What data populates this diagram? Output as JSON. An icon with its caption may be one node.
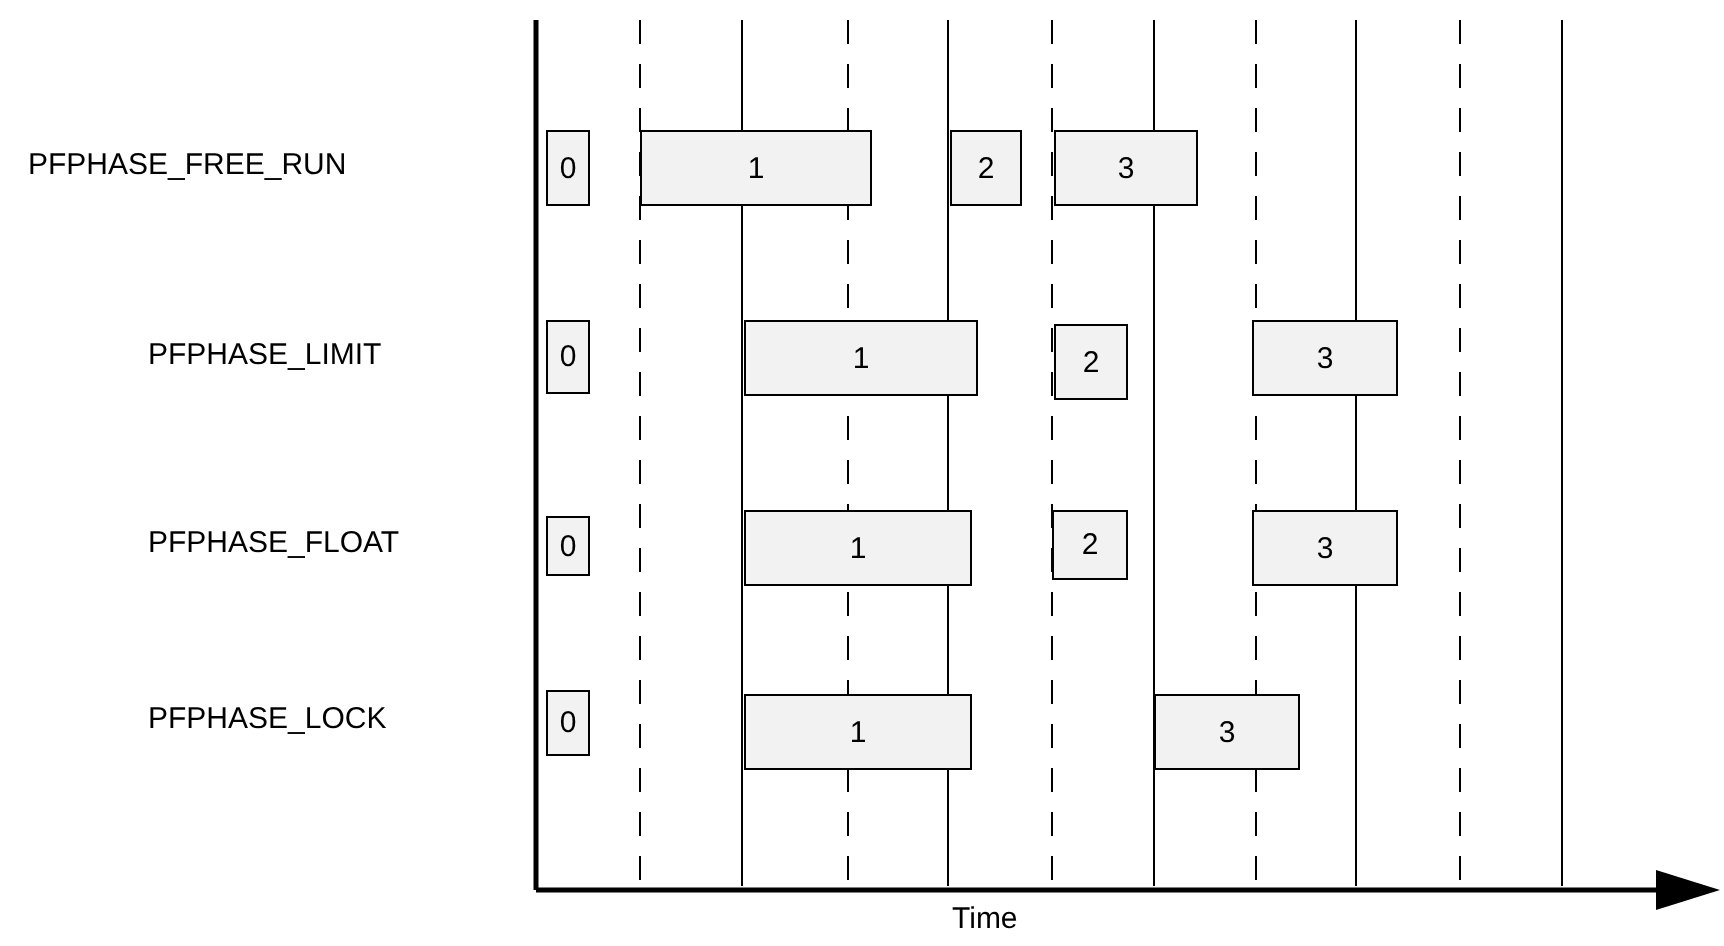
{
  "diagram": {
    "nodes": [
      {
        "text": [
          "0"
        ]
      },
      {
        "text": [
          "1"
        ]
      },
      {
        "text": [
          "2"
        ]
      },
      {
        "text": [
          "3"
        ]
      },
      {
        "text": [
          "0"
        ]
      },
      {
        "text": [
          "1"
        ]
      },
      {
        "text": [
          "2"
        ]
      },
      {
        "text": [
          "3"
        ]
      },
      {
        "text": [
          "0"
        ]
      },
      {
        "text": [
          "1"
        ]
      },
      {
        "text": [
          "2"
        ]
      },
      {
        "text": [
          "3"
        ]
      },
      {
        "text": [
          "0"
        ]
      },
      {
        "text": [
          "1"
        ]
      },
      {
        "text": [
          "3"
        ]
      }
    ],
    "labels": [
      "PFPHASE_FREE_RUN",
      "PFPHASE_LIMIT",
      "PFPHASE_FLOAT",
      "PFPHASE_LOCK",
      "Time"
    ]
  }
}
